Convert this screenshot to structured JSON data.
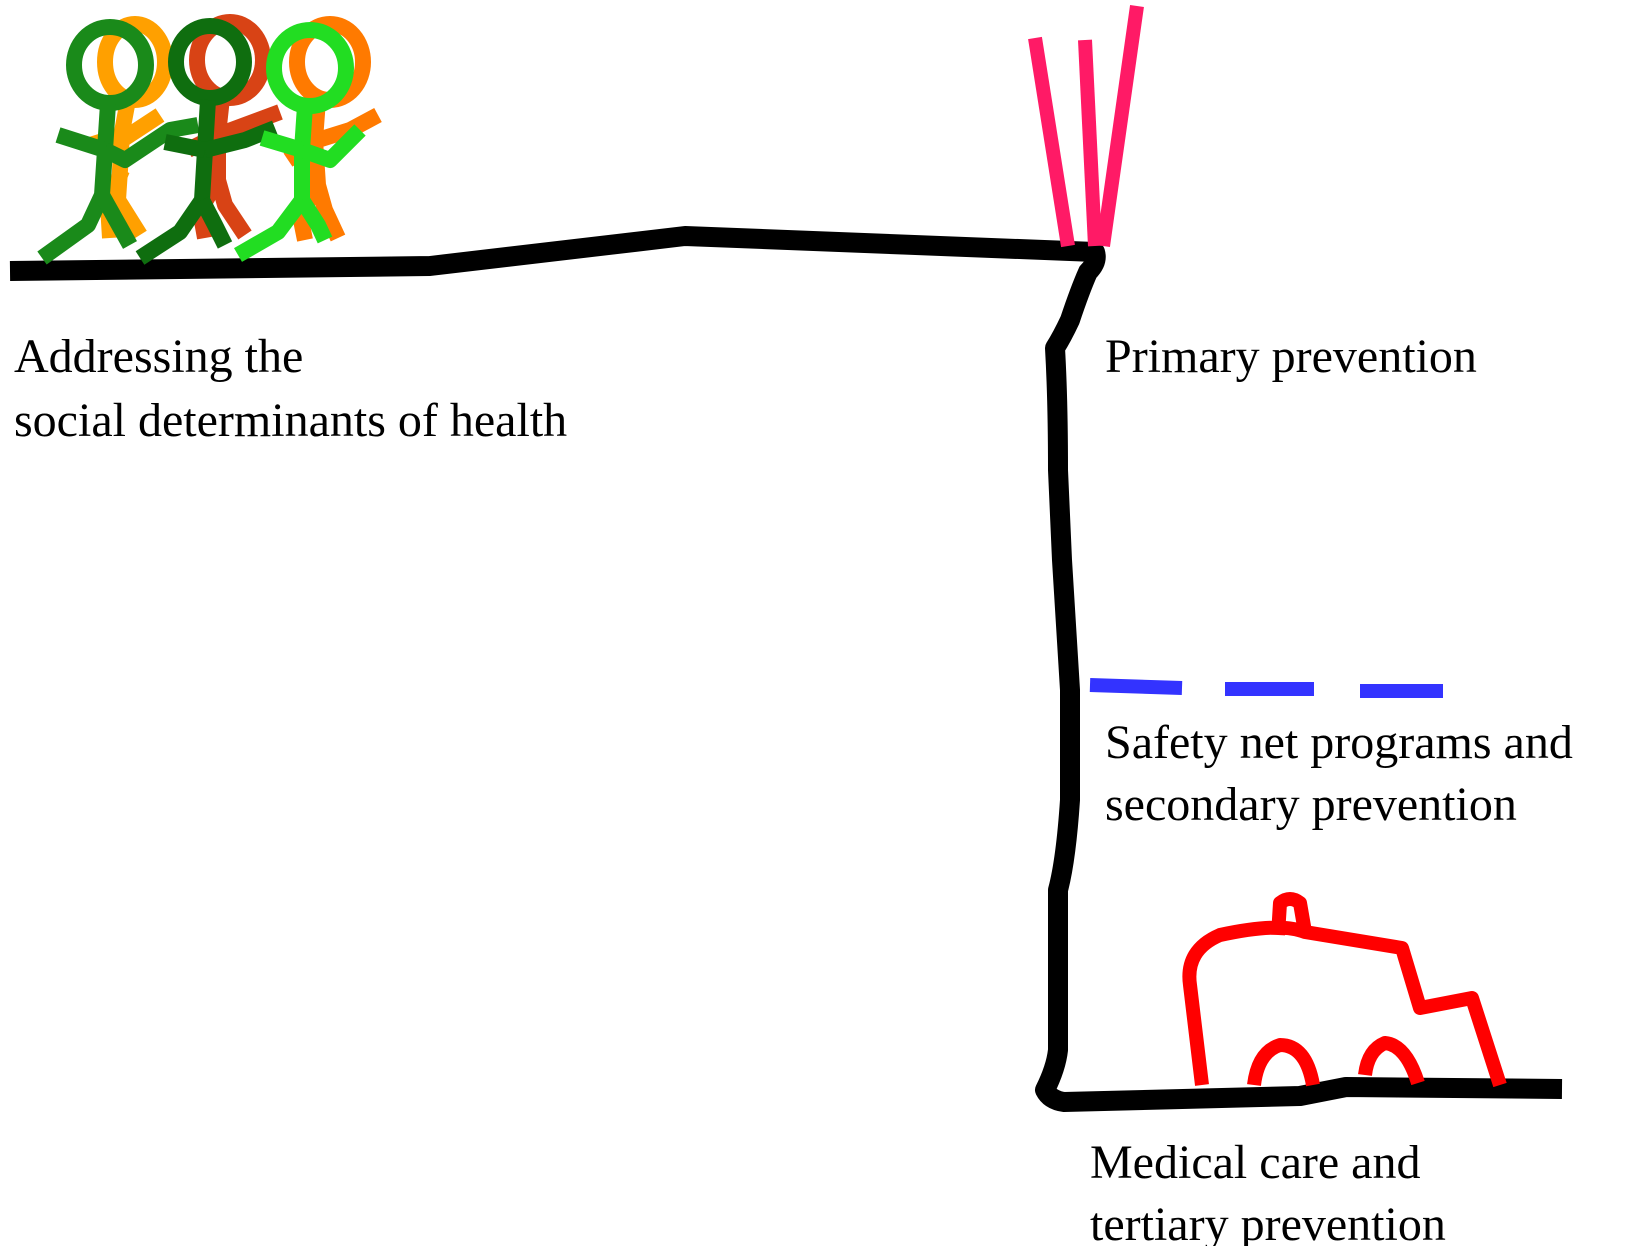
{
  "labels": {
    "sdoh_line1": "Addressing the",
    "sdoh_line2": "social determinants of health",
    "primary": "Primary prevention",
    "safety_line1": "Safety net programs and",
    "safety_line2": "secondary prevention",
    "medical_line1": "Medical care and",
    "medical_line2": "tertiary prevention"
  },
  "colors": {
    "ground": "#000000",
    "fence": "#ff1a66",
    "safety_net": "#3333ff",
    "ambulance": "#ff0000",
    "person_dark_green": "#1a8a1a",
    "person_forest_green": "#0f6e0f",
    "person_bright_green": "#22dd22",
    "person_orange_light": "#ffa000",
    "person_orange_red": "#d84315",
    "person_orange": "#ff7a00"
  },
  "icons": {
    "people": "group-of-stick-figures",
    "fence": "fence",
    "safety_net": "safety-net",
    "ambulance": "ambulance"
  }
}
